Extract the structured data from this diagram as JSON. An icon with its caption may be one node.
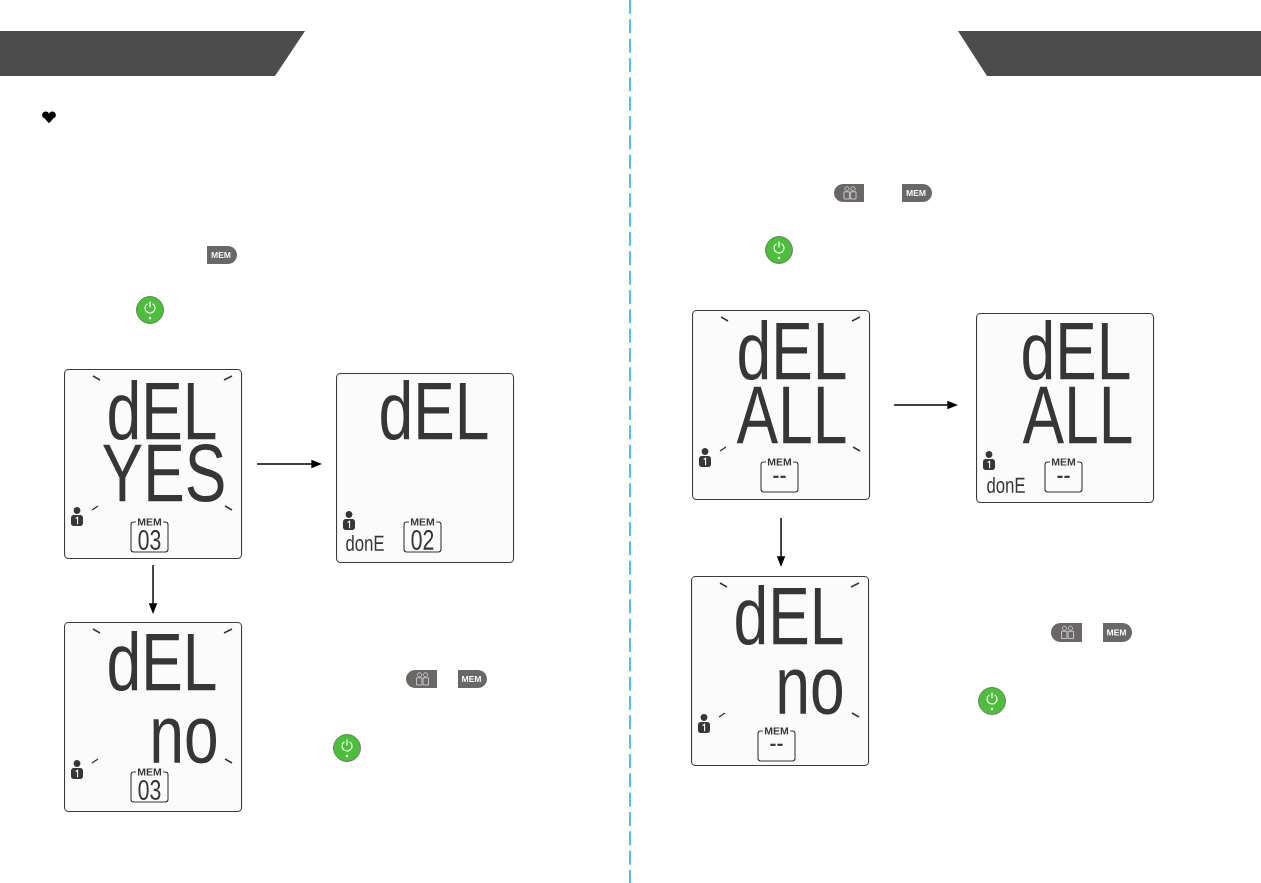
{
  "diagram": {
    "nodes": [
      {
        "text": [
          "dEL",
          "YES",
          "MEM",
          "03"
        ]
      },
      {
        "text": [
          "dEL",
          "donE",
          "MEM",
          "02"
        ]
      },
      {
        "text": [
          "dEL",
          "no",
          "MEM",
          "03"
        ]
      },
      {
        "text": [
          "dEL",
          "ALL",
          "MEM",
          "--"
        ]
      },
      {
        "text": [
          "dEL",
          "ALL",
          "donE",
          "MEM",
          "--"
        ]
      },
      {
        "text": [
          "dEL",
          "no",
          "MEM",
          "--"
        ]
      }
    ],
    "edges": [
      {
        "from": 0,
        "to": 1,
        "arrow": "to"
      },
      {
        "from": 0,
        "to": 2,
        "arrow": "to"
      },
      {
        "from": 3,
        "to": 4,
        "arrow": "to"
      },
      {
        "from": 3,
        "to": 5,
        "arrow": "to"
      }
    ],
    "labels": [
      "MEM",
      "MEM",
      "MEM",
      "MEM"
    ]
  }
}
